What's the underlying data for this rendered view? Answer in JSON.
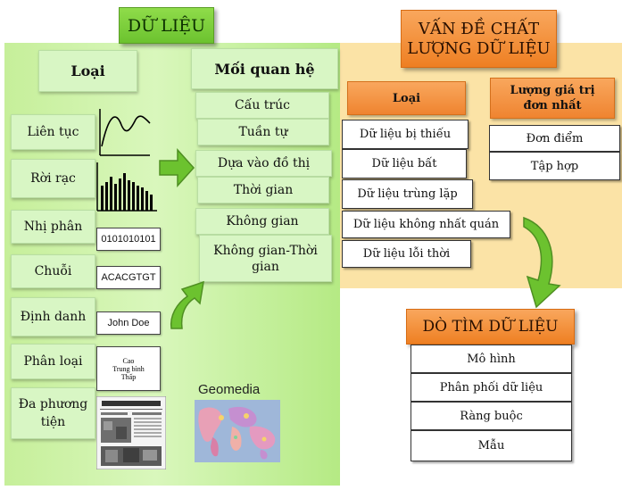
{
  "left_title": "DỮ LIỆU",
  "left_headers": {
    "types": "Loại",
    "relations": "Mối quan hệ"
  },
  "data_types": [
    "Liên tục",
    "Rời rạc",
    "Nhị phân",
    "Chuỗi",
    "Định danh",
    "Phân loại",
    "Đa phương tiện"
  ],
  "examples": {
    "binary": "0101010101",
    "string": "ACACGTGT",
    "name": "John Doe",
    "category": [
      "Cao",
      "Trung bình",
      "Thấp"
    ],
    "geomedia": "Geomedia"
  },
  "relations": [
    "Cấu trúc",
    "Tuần tự",
    "Dựa vào đồ thị",
    "Thời gian",
    "Không gian",
    "Không gian-Thời gian"
  ],
  "right_title": [
    "VẤN ĐỀ CHẤT",
    "LƯỢNG DỮ LIỆU"
  ],
  "quality_headers": {
    "types": "Loại",
    "unique_count": [
      "Lượng giá trị",
      "đơn nhất"
    ]
  },
  "quality_types": [
    "Dữ liệu bị thiếu",
    "Dữ liệu bất",
    "Dữ liệu trùng lặp",
    "Dữ liệu không nhất quán",
    "Dữ liệu lỗi thời"
  ],
  "unique_values": [
    "Đơn điểm",
    "Tập hợp"
  ],
  "mining_title": "DÒ TÌM DỮ LIỆU",
  "mining_items": [
    "Mô hình",
    "Phân phối dữ liệu",
    "Ràng buộc",
    "Mẫu"
  ],
  "colors": {
    "green_title": "#78cc38",
    "orange_title": "#f1902f",
    "green_panel": "#c6ef9a",
    "orange_panel": "#fbe3a6"
  }
}
